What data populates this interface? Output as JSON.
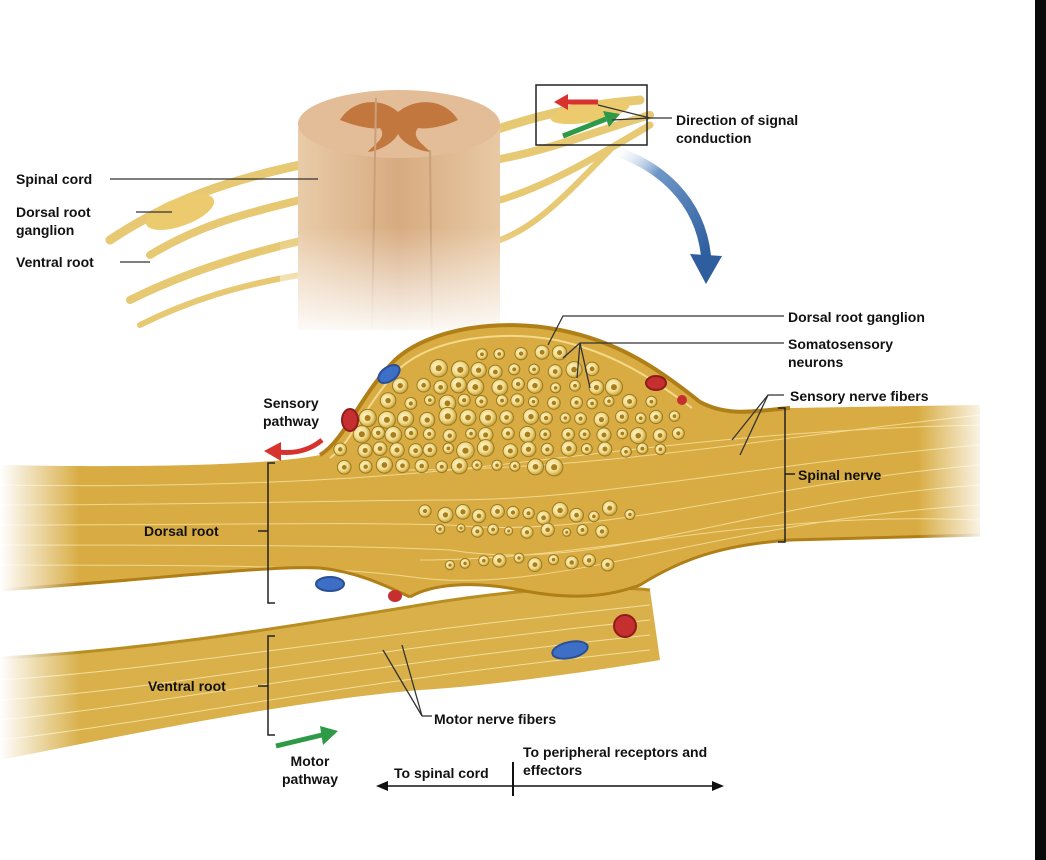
{
  "labels": {
    "spinal_cord": "Spinal cord",
    "dorsal_root_ganglion_top": "Dorsal root ganglion",
    "ventral_root_top": "Ventral root",
    "direction_of_signal": "Direction of signal conduction",
    "dorsal_root_ganglion": "Dorsal root ganglion",
    "somatosensory_neurons": "Somatosensory neurons",
    "sensory_nerve_fibers": "Sensory nerve fibers",
    "sensory_pathway": "Sensory pathway",
    "spinal_nerve": "Spinal nerve",
    "dorsal_root": "Dorsal root",
    "ventral_root": "Ventral root",
    "motor_nerve_fibers": "Motor nerve fibers",
    "motor_pathway": "Motor pathway",
    "to_spinal_cord": "To spinal cord",
    "to_peripheral": "To peripheral receptors and effectors"
  },
  "colors": {
    "nerve": "#e2be57",
    "nerve_dark": "#b88d22",
    "cord": "#dcb590",
    "grey_matter": "#c2773f",
    "sensory_arrow": "#d8322e",
    "motor_arrow": "#2e9a48",
    "vein": "#3d6fc7",
    "artery": "#c62f30",
    "pointer_arrow": "#3d6ba8"
  }
}
